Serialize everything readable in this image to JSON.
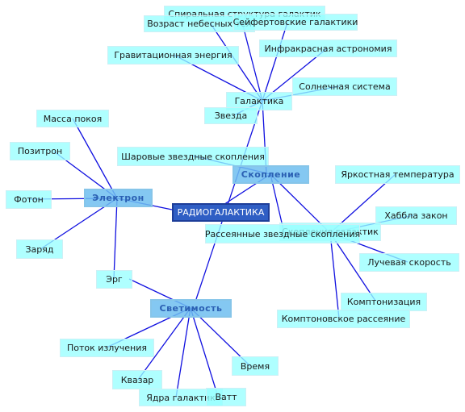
{
  "colors": {
    "edge": "#1010e0",
    "root_fill": "#2f5ec4",
    "hub_fill": "#6ebef0",
    "leaf_fill": "#99ffff"
  },
  "nodes": {
    "root": "РАДИОГАЛАКТИКА",
    "electron": "Электрон",
    "cluster": "Скопление",
    "luminosity": "Светимость",
    "galaxy": "Галактика",
    "star": "Звезда",
    "spiral": "Спиральная структура галактик",
    "sky_age": "Возраст небесных тел",
    "seyfert": "Сейфертовские галактики",
    "grav_energy": "Гравитационная энергия",
    "ir_astro": "Инфракрасная астрономия",
    "solar_system": "Солнечная система",
    "rest_mass": "Масса покоя",
    "positron": "Позитрон",
    "photon": "Фотон",
    "charge": "Заряд",
    "erg": "Эрг",
    "globular": "Шаровые звездные скопления",
    "scattered": "Рассеянные звездные скопления",
    "galaxy_clusters": "Скопления галактик",
    "bright_temp": "Яркостная температура",
    "hubble": "Хаббла закон",
    "radial_speed": "Лучевая скорость",
    "comptonization": "Комптонизация",
    "compton_scatter": "Комптоновское рассеяние",
    "rad_flux": "Поток излучения",
    "quasar": "Квазар",
    "nuclei": "Ядра галактик",
    "watt": "Ватт",
    "time": "Время"
  }
}
